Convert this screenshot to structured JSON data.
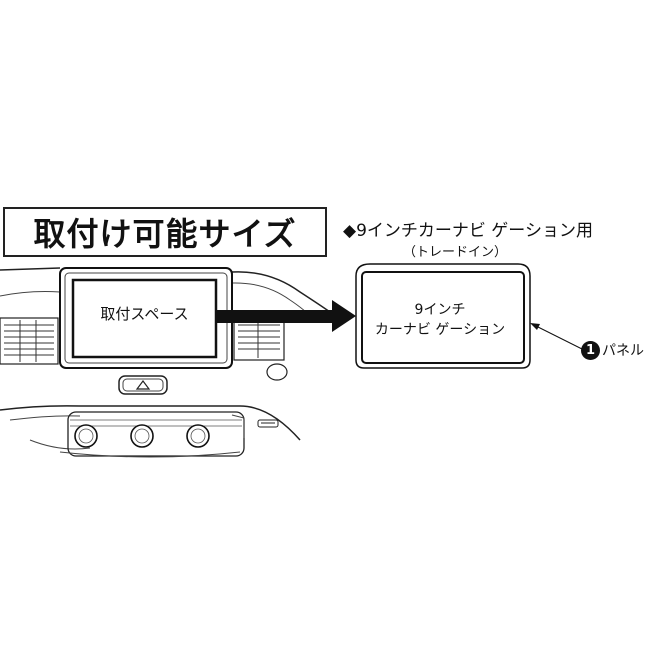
{
  "title": "取付け可能サイズ",
  "heading": "◆9インチカーナビ ゲーション用",
  "subheading": "（トレードイン）",
  "space_label": "取付スペース",
  "navi_label_line1": "9インチ",
  "navi_label_line2": "カーナビ ゲーション",
  "callout": {
    "number": "1",
    "label": "パネル"
  }
}
